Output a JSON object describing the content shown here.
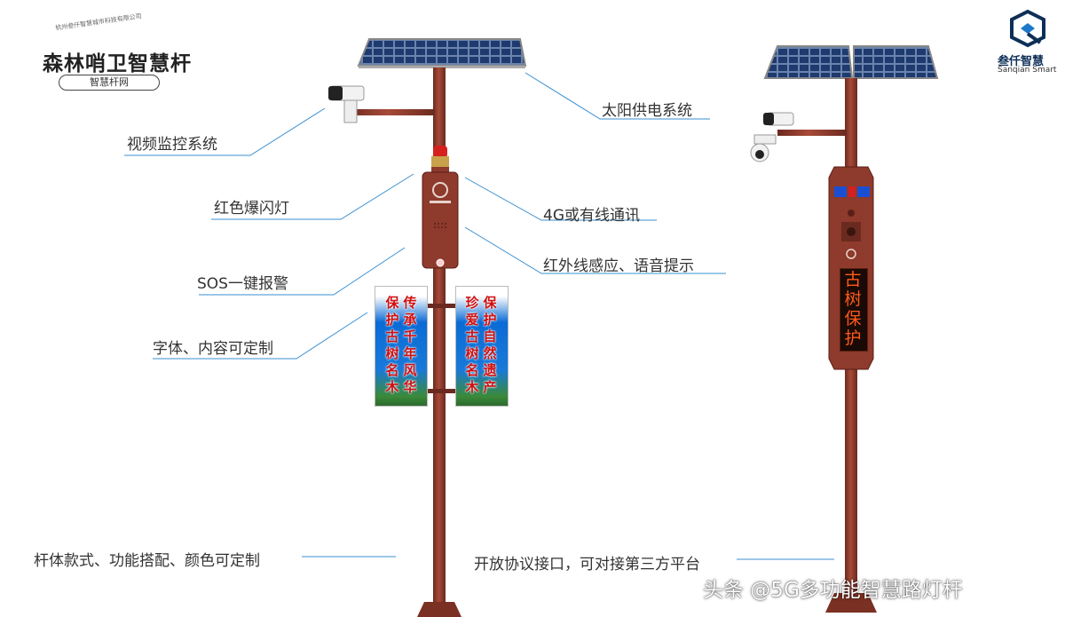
{
  "brand": {
    "title": "森林哨卫智慧杆",
    "subtitle": "智慧杆网",
    "arc_text": "杭州叁仟智慧城市科技有限公司"
  },
  "logo": {
    "name_cn": "叁仟智慧",
    "name_en": "Sanqian Smart",
    "icon": "sanqian-logo-icon"
  },
  "callouts": {
    "solar": "太阳供电系统",
    "camera": "视频监控系统",
    "strobe": "红色爆闪灯",
    "comm": "4G或有线通讯",
    "infrared": "红外线感应、语音提示",
    "sos": "SOS一键报警",
    "font": "字体、内容可定制"
  },
  "bottom": {
    "left": "杆体款式、功能搭配、颜色可定制",
    "right": "开放协议接口，可对接第三方平台"
  },
  "banners": {
    "left_col1": "保护古树名木",
    "left_col2": "传承千年风华",
    "right_col1": "珍爱古树名木",
    "right_col2": "保护自然遗产"
  },
  "display_text": "古树保护",
  "watermark": "头条 @5G多功能智慧路灯杆",
  "colors": {
    "pole": "#8e3a2c",
    "pole_dark": "#6b2a1f",
    "line": "#3a8fd0",
    "panel": "#1e3a6e"
  }
}
